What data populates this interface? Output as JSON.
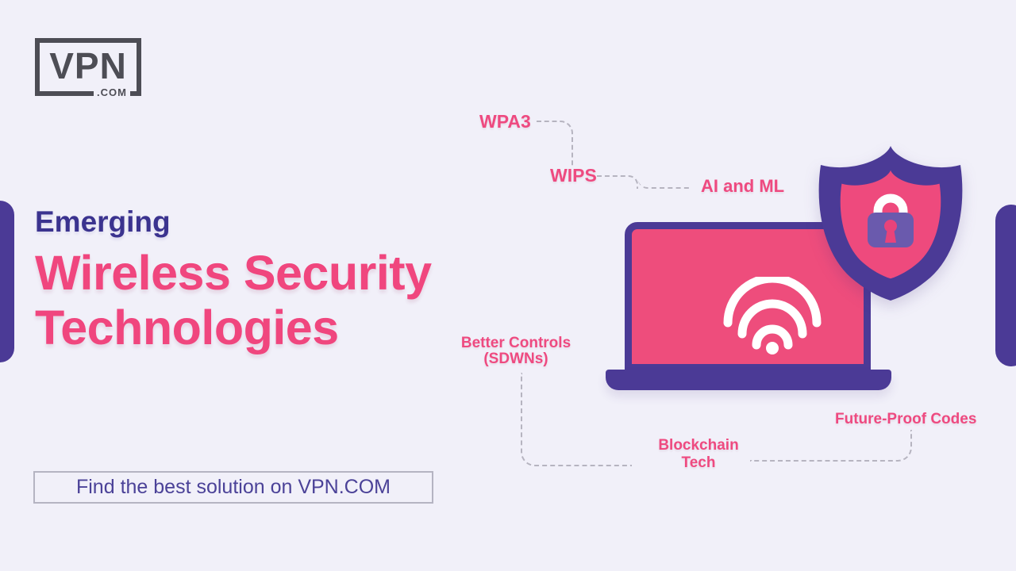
{
  "logo": {
    "text": "VPN",
    "suffix": ".COM"
  },
  "headline": {
    "eyebrow": "Emerging",
    "title_line1": "Wireless Security",
    "title_line2": "Technologies"
  },
  "caption": {
    "text": "Find the best solution on VPN.COM"
  },
  "callouts": {
    "wpa3": "WPA3",
    "wips": "WIPS",
    "ai_ml": "AI and ML",
    "better_controls_line1": "Better Controls",
    "better_controls_line2": "(SDWNs)",
    "blockchain_line1": "Blockchain",
    "blockchain_line2": "Tech",
    "future_proof": "Future-Proof Codes"
  },
  "illustration": {
    "laptop": "laptop with wifi signal on screen",
    "shield": "security shield with padlock"
  },
  "colors": {
    "background": "#f1f0f9",
    "pink": "#ee4a7d",
    "purple": "#4b3a96",
    "indigo": "#3b338f",
    "dash_gray": "#b6b4c0",
    "logo_gray": "#4d4d55",
    "lock_body": "#6a5aad",
    "caption_text": "#4b4298",
    "white": "#ffffff"
  }
}
